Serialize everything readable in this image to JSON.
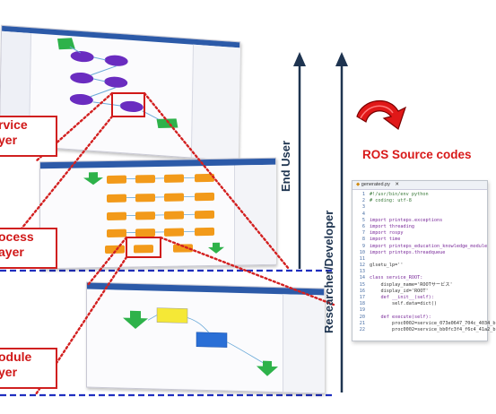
{
  "layers": {
    "service": {
      "line1": "rvice",
      "line2": "yer"
    },
    "process": {
      "line1": "ocess",
      "line2": "ayer"
    },
    "module": {
      "line1": "odule",
      "line2": "yer"
    }
  },
  "axis_labels": {
    "end_user": "End User",
    "researcher": "Researcher/Developer"
  },
  "ros_title": "ROS Source codes",
  "code_panel": {
    "tab": "generated.py",
    "lines": [
      {
        "n": "1",
        "t": "#!/usr/bin/env python"
      },
      {
        "n": "2",
        "t": "# coding: utf-8"
      },
      {
        "n": "3",
        "t": ""
      },
      {
        "n": "4",
        "t": ""
      },
      {
        "n": "5",
        "t": "import printeps.exceptions"
      },
      {
        "n": "6",
        "t": "import threading"
      },
      {
        "n": "7",
        "t": "import rospy"
      },
      {
        "n": "8",
        "t": "import time"
      },
      {
        "n": "9",
        "t": "import printeps_education_knowledge_module"
      },
      {
        "n": "10",
        "t": "import printeps.threadqueue"
      },
      {
        "n": "11",
        "t": ""
      },
      {
        "n": "12",
        "t": "glsetu_lp=''"
      },
      {
        "n": "13",
        "t": ""
      },
      {
        "n": "14",
        "t": "class service_ROOT:"
      },
      {
        "n": "15",
        "t": "    display_name='ROOTサービス'"
      },
      {
        "n": "16",
        "t": "    display_id='ROOT'"
      },
      {
        "n": "17",
        "t": "    def __init__(self):"
      },
      {
        "n": "18",
        "t": "        self.data=dict()"
      },
      {
        "n": "19",
        "t": ""
      },
      {
        "n": "20",
        "t": "    def execute(self):"
      },
      {
        "n": "21",
        "t": "        proc0002=service_073e0647_704c_4034_b"
      },
      {
        "n": "22",
        "t": "        proc0002=service_bb0fc3f4_f6c4_41a2_b"
      }
    ]
  },
  "colors": {
    "accent_red": "#d01818",
    "axis_navy": "#1e3450",
    "dotted_red": "#d32020",
    "dashed_blue": "#1f2fbf"
  },
  "icons": [
    "curved-arrow-icon"
  ]
}
